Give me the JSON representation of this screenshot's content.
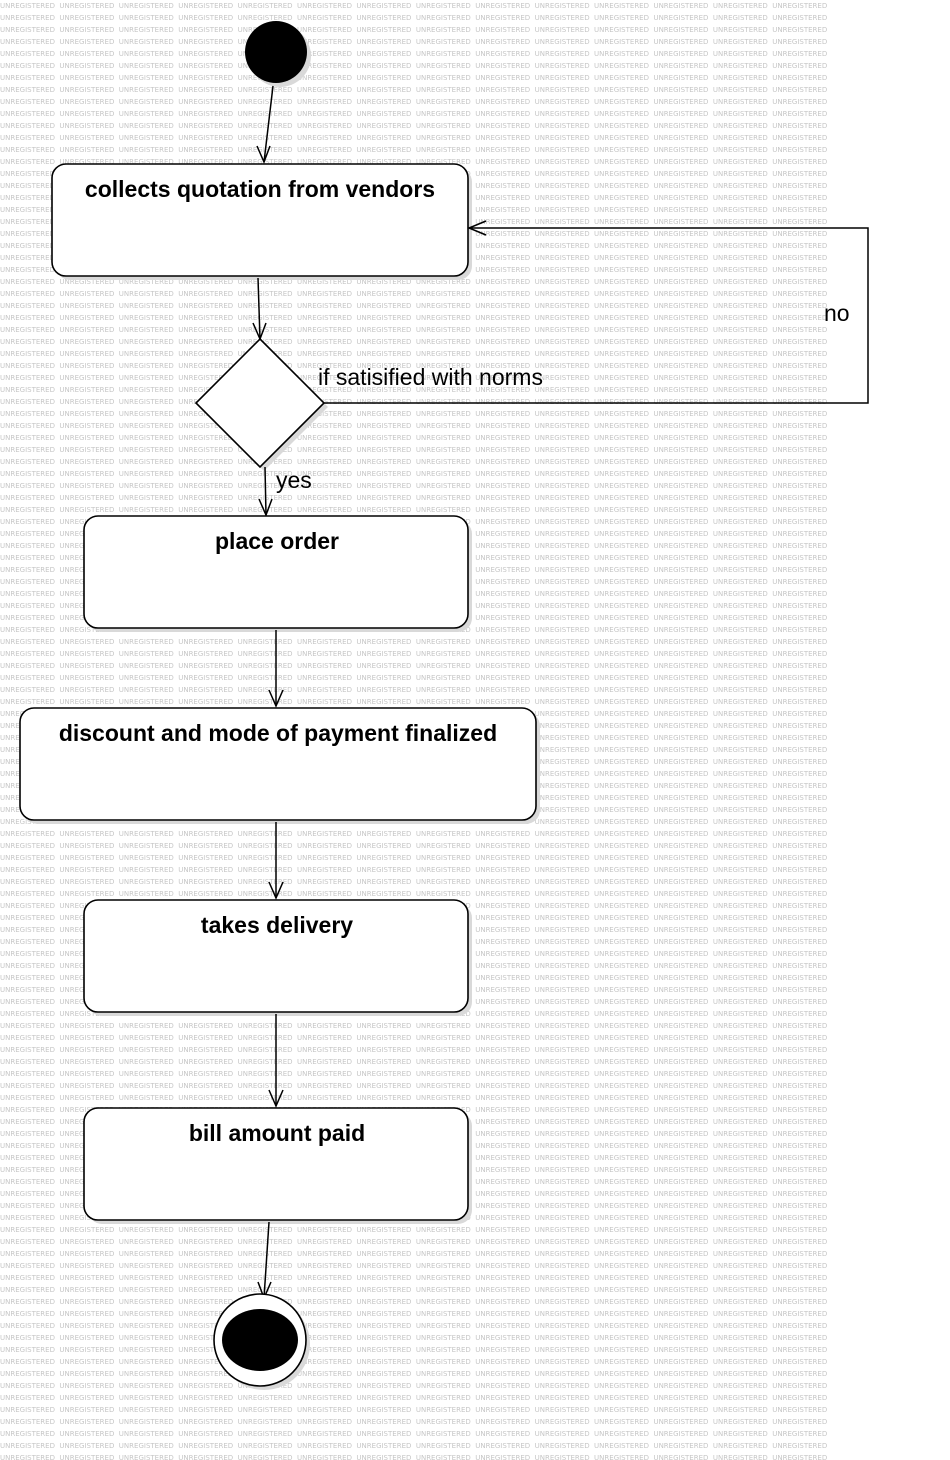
{
  "watermark": {
    "text": "UNREGISTERED"
  },
  "diagram": {
    "activities": {
      "collect_quotation": "collects quotation from vendors",
      "place_order": "place order",
      "finalize_payment": "discount and mode of payment finalized",
      "take_delivery": "takes delivery",
      "pay_bill": "bill amount paid"
    },
    "decision": {
      "condition": "if satisified with norms"
    },
    "edge_labels": {
      "yes": "yes",
      "no": "no"
    }
  }
}
